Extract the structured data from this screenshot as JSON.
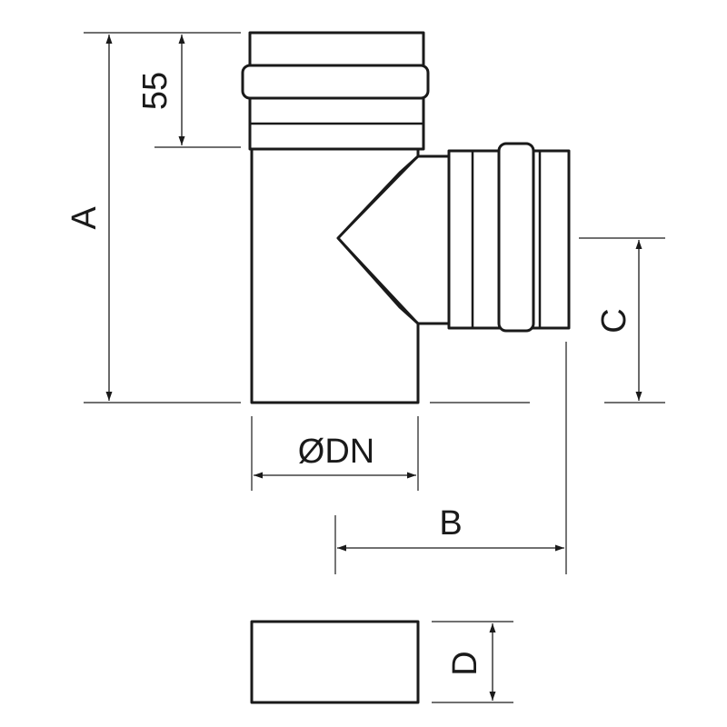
{
  "labels": {
    "height_55": "55",
    "height_a": "A",
    "diameter": "ØDN",
    "length_b": "B",
    "height_c": "C",
    "height_d": "D"
  },
  "colors": {
    "line": "#1a1a1a",
    "background": "#ffffff"
  }
}
